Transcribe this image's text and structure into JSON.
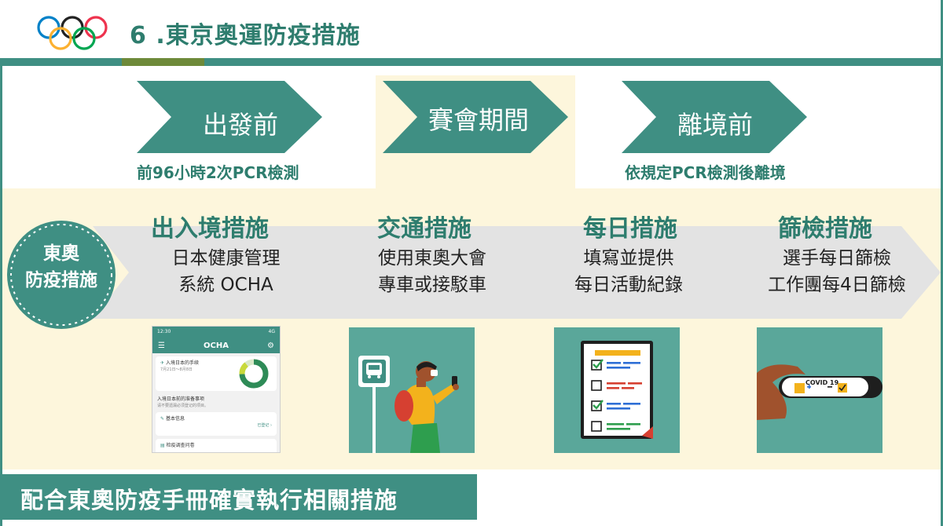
{
  "header": {
    "title": "6 .東京奧運防疫措施"
  },
  "phases": [
    {
      "label": "出發前",
      "sub": "前96小時2次PCR檢測"
    },
    {
      "label": "賽會期間",
      "sub": ""
    },
    {
      "label": "離境前",
      "sub": "依規定PCR檢測後離境"
    }
  ],
  "badge": {
    "line1": "東奧",
    "line2": "防疫措施"
  },
  "measures": [
    {
      "title": "出入境措施",
      "line1": "日本健康管理",
      "line2": "系統 OCHA"
    },
    {
      "title": "交通措施",
      "line1": "使用東奧大會",
      "line2": "專車或接駁車"
    },
    {
      "title": "每日措施",
      "line1": "填寫並提供",
      "line2": "每日活動紀錄"
    },
    {
      "title": "篩檢措施",
      "line1": "選手每日篩檢",
      "line2": "工作團每4日篩檢"
    }
  ],
  "phone_app": {
    "time": "12:30",
    "signal": "4G",
    "app_name": "OCHA",
    "card1_title": "入境日本的手续",
    "card1_dates": "7月21日～8月8日",
    "section_title": "入境日本前的准备事项",
    "section_sub": "请不要遗漏必须登记的项目。",
    "item1": "基本信息",
    "item1_status": "已登记",
    "item2": "检疫调查问卷"
  },
  "test_kit": {
    "label": "COVID 19"
  },
  "footer": {
    "text": "配合東奧防疫手冊確實執行相關措施"
  },
  "colors": {
    "teal": "#3f8f83",
    "teal_text": "#2e7d6e",
    "cream": "#fdf6dc",
    "gray_arrow": "#e3e3e3",
    "green_bar": "#6e8a3a"
  }
}
